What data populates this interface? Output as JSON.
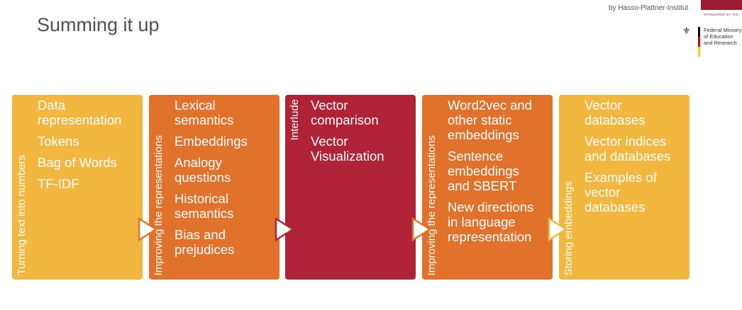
{
  "header": {
    "title": "Summing it up",
    "institute": "by Hasso-Plattner-Institut",
    "sponsored_label": "SPONSORED BY THE",
    "ministry_lines": [
      "Federal Ministry",
      "of Education",
      "and Research"
    ]
  },
  "colors": {
    "yellow": "#f2b73f",
    "orange": "#e0722b",
    "crimson": "#b02236",
    "title_gray": "#505050",
    "hpi_red": "#9b1b30"
  },
  "stages": [
    {
      "label": "Turning text into numbers",
      "items": [
        "Data\nrepresentation",
        "Tokens",
        "Bag of Words",
        "TF-IDF"
      ]
    },
    {
      "label": "Improving the representations",
      "items": [
        "Lexical\nsemantics",
        "Embeddings",
        "Analogy\nquestions",
        "Historical\nsemantics",
        "Bias and\nprejudices"
      ]
    },
    {
      "label": "Interlude",
      "items": [
        "Vector\ncomparison",
        "Vector\nVisualization"
      ]
    },
    {
      "label": "Improving the representations",
      "items": [
        "Word2vec and\nother static\nembeddings",
        "Sentence\nembeddings\nand SBERT",
        "New directions\nin language\nrepresentation"
      ]
    },
    {
      "label": "Storing embeddings",
      "items": [
        "Vector\ndatabases",
        "Vector indices\nand databases",
        "Examples of\nvector\ndatabases"
      ]
    }
  ]
}
